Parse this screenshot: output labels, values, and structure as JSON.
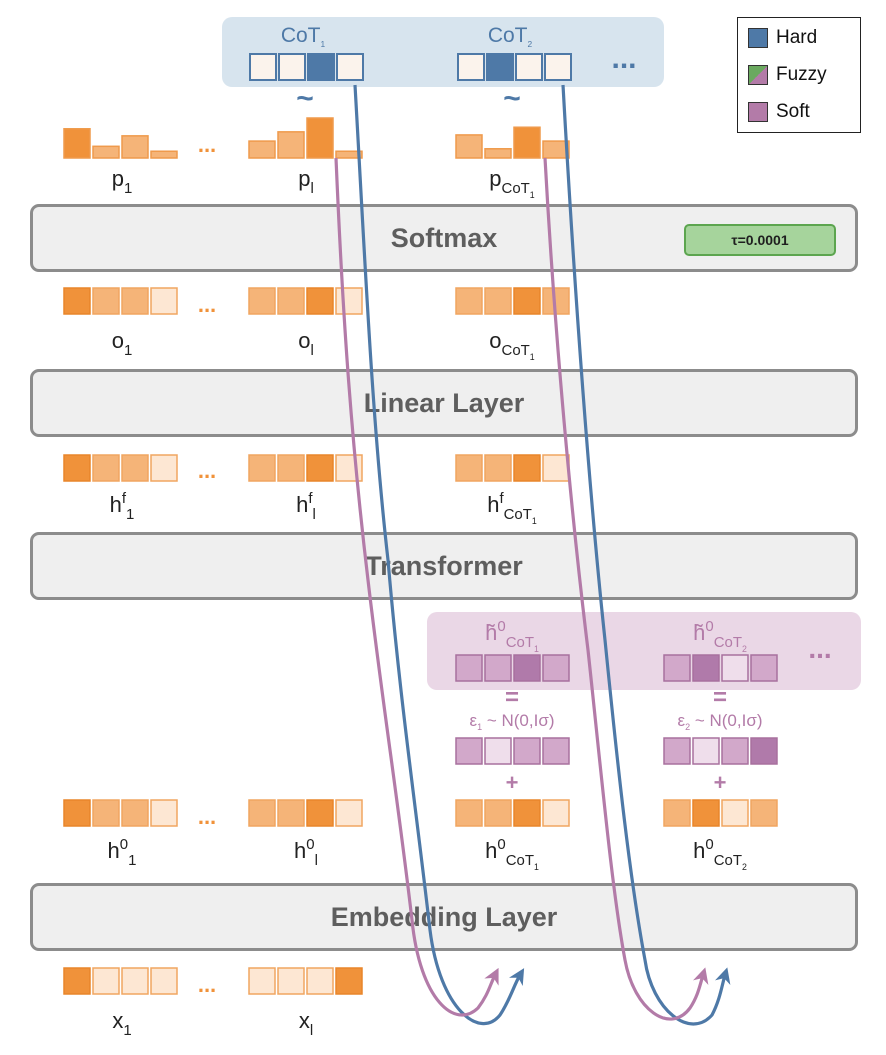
{
  "layers": {
    "softmax": "Softmax",
    "linear": "Linear Layer",
    "transformer": "Transformer",
    "embedding": "Embedding Layer"
  },
  "temperature": "τ=0.0001",
  "legend": [
    {
      "label": "Hard",
      "color": "#4e79a7"
    },
    {
      "label": "Fuzzy",
      "color": "mixed"
    },
    {
      "label": "Soft",
      "color": "#b37ba8"
    }
  ],
  "cot_header": [
    {
      "base": "CoT",
      "sub": "1"
    },
    {
      "base": "CoT",
      "sub": "2"
    }
  ],
  "tilde": "~",
  "ellipsis": "...",
  "row_labels": {
    "p": [
      {
        "b": "p",
        "sup": "",
        "sub": "1"
      },
      {
        "b": "p",
        "sup": "",
        "sub": "l"
      },
      {
        "b": "p",
        "sup": "",
        "sub": "CoT",
        "sub2": "1"
      }
    ],
    "o": [
      {
        "b": "o",
        "sup": "",
        "sub": "1"
      },
      {
        "b": "o",
        "sup": "",
        "sub": "l"
      },
      {
        "b": "o",
        "sup": "",
        "sub": "CoT",
        "sub2": "1"
      }
    ],
    "hf": [
      {
        "b": "h",
        "sup": "f",
        "sub": "1"
      },
      {
        "b": "h",
        "sup": "f",
        "sub": "l"
      },
      {
        "b": "h",
        "sup": "f",
        "sub": "CoT",
        "sub2": "1"
      }
    ],
    "h0": [
      {
        "b": "h",
        "sup": "0",
        "sub": "1"
      },
      {
        "b": "h",
        "sup": "0",
        "sub": "l"
      },
      {
        "b": "h",
        "sup": "0",
        "sub": "CoT",
        "sub2": "1"
      },
      {
        "b": "h",
        "sup": "0",
        "sub": "CoT",
        "sub2": "2"
      }
    ],
    "x": [
      {
        "b": "x",
        "sup": "",
        "sub": "1"
      },
      {
        "b": "x",
        "sup": "",
        "sub": "l"
      }
    ]
  },
  "perturbed": [
    {
      "b": "h̃",
      "sup": "0",
      "sub": "CoT",
      "sub2": "1"
    },
    {
      "b": "h̃",
      "sup": "0",
      "sub": "CoT",
      "sub2": "2"
    }
  ],
  "equals": "=",
  "plus": "+",
  "noise": [
    {
      "eps": "ε",
      "sub": "1",
      "rest": " ~ N(0,Iσ)"
    },
    {
      "eps": "ε",
      "sub": "2",
      "rest": " ~ N(0,Iσ)"
    }
  ],
  "colors": {
    "orange_dark": "#f0923a",
    "orange_mid": "#f5b478",
    "orange_light": "#fde7d3",
    "blue": "#4e79a7",
    "purple": "#b37ba8",
    "purple_dark": "#b07aaa",
    "purple_mid": "#d2a8ca",
    "purple_light": "#efdeeb",
    "label_orange_text": "#222222"
  },
  "cells": {
    "cot1": [
      0,
      0,
      2,
      0
    ],
    "cot2": [
      0,
      2,
      0,
      0
    ],
    "o": [
      [
        2,
        1,
        1,
        0
      ],
      [
        1,
        1,
        2,
        0
      ],
      [
        1,
        1,
        2,
        1
      ]
    ],
    "hf": [
      [
        2,
        1,
        1,
        0
      ],
      [
        1,
        1,
        2,
        0
      ],
      [
        1,
        1,
        2,
        0
      ]
    ],
    "h0": [
      [
        2,
        1,
        1,
        0
      ],
      [
        1,
        1,
        2,
        0
      ],
      [
        1,
        1,
        2,
        0
      ],
      [
        1,
        2,
        0,
        1
      ]
    ],
    "x": [
      [
        2,
        0,
        0,
        0
      ],
      [
        0,
        0,
        0,
        2
      ]
    ],
    "pert": [
      [
        1,
        1,
        2,
        1
      ],
      [
        1,
        2,
        0,
        1
      ]
    ],
    "noise_cells": [
      [
        1,
        0,
        1,
        1
      ],
      [
        1,
        0,
        1,
        2
      ]
    ]
  },
  "bars": {
    "p1": [
      0.95,
      0.38,
      0.72,
      0.22
    ],
    "pl": [
      0.55,
      0.85,
      1.3,
      0.22
    ],
    "pcot": [
      0.75,
      0.3,
      1.0,
      0.55
    ]
  }
}
